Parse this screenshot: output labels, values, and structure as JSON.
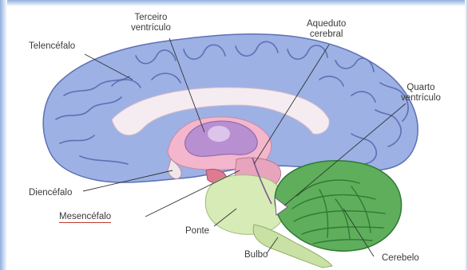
{
  "labels": {
    "terceiro_line1": "Terceiro",
    "terceiro_line2": "ventrículo",
    "aqueduto_line1": "Aqueduto",
    "aqueduto_line2": "cerebral",
    "telencefalo": "Telencéfalo",
    "quarto_line1": "Quarto",
    "quarto_line2": "ventrículo",
    "diencefalo": "Diencéfalo",
    "mesencefalo": "Mesencéfalo",
    "ponte": "Ponte",
    "bulbo": "Bulbo",
    "cerebelo": "Cerebelo"
  },
  "colors": {
    "cortex": "#9db1e4",
    "cortex_dark": "#6f86c9",
    "gyrus_line": "#5d70b4",
    "diencephalon": "#f4b6cc",
    "third_ventricle": "#b88fd0",
    "mesencephalon": "#e8a4bd",
    "pons": "#d7ebb6",
    "medulla": "#c9e1a4",
    "cerebellum": "#5fae5b",
    "cerebellum_dark": "#2f7a36",
    "corpus_callosum": "#f5ecf1",
    "mesencefalo_underline": "#c0392b"
  }
}
